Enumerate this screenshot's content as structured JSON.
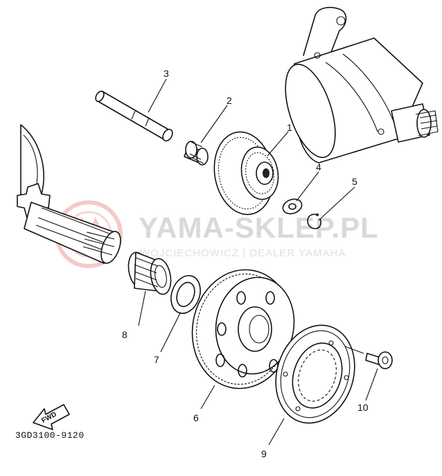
{
  "diagram": {
    "part_code": "3GD3100-9120",
    "fwd_label": "FWD",
    "watermark": {
      "title": "YAMA-SKLEP.PL",
      "subtitle": "WOJCIECHOWICZ | DEALER YAMAHA",
      "color": "#e8a0a0"
    },
    "callouts": [
      "1",
      "2",
      "3",
      "4",
      "5",
      "6",
      "7",
      "8",
      "9",
      "10"
    ]
  }
}
